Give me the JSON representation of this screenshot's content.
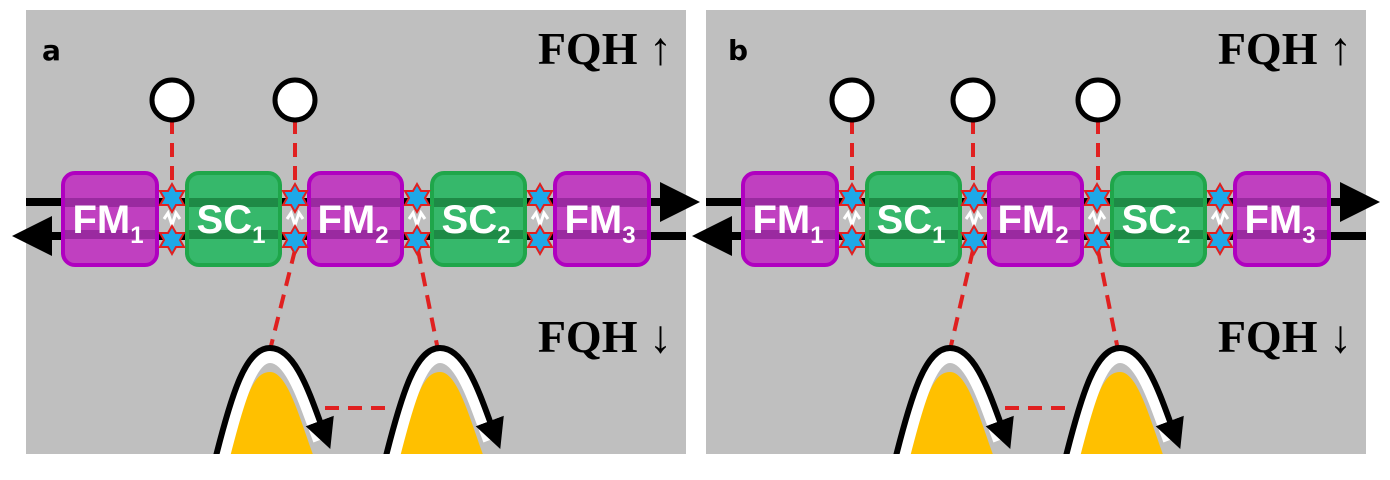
{
  "panels": [
    {
      "label": "a",
      "fqh_top": "FQH ↑",
      "fqh_bottom": "FQH ↓",
      "boxes": [
        {
          "type": "FM",
          "main": "FM",
          "sub": "1"
        },
        {
          "type": "SC",
          "main": "SC",
          "sub": "1"
        },
        {
          "type": "FM",
          "main": "FM",
          "sub": "2"
        },
        {
          "type": "SC",
          "main": "SC",
          "sub": "2"
        },
        {
          "type": "FM",
          "main": "FM",
          "sub": "3"
        }
      ]
    },
    {
      "label": "b",
      "fqh_top": "FQH ↑",
      "fqh_bottom": "FQH ↓",
      "boxes": [
        {
          "type": "FM",
          "main": "FM",
          "sub": "1"
        },
        {
          "type": "SC",
          "main": "SC",
          "sub": "1"
        },
        {
          "type": "FM",
          "main": "FM",
          "sub": "2"
        },
        {
          "type": "SC",
          "main": "SC",
          "sub": "2"
        },
        {
          "type": "FM",
          "main": "FM",
          "sub": "3"
        }
      ]
    }
  ],
  "colors": {
    "background": "#bfbfbf",
    "ferromagnet": "#c040c0",
    "superconductor": "#36b86b",
    "majorana_star": "#1ea8e8",
    "connection_dash": "#e02020",
    "hump_fill": "#ffc000"
  }
}
